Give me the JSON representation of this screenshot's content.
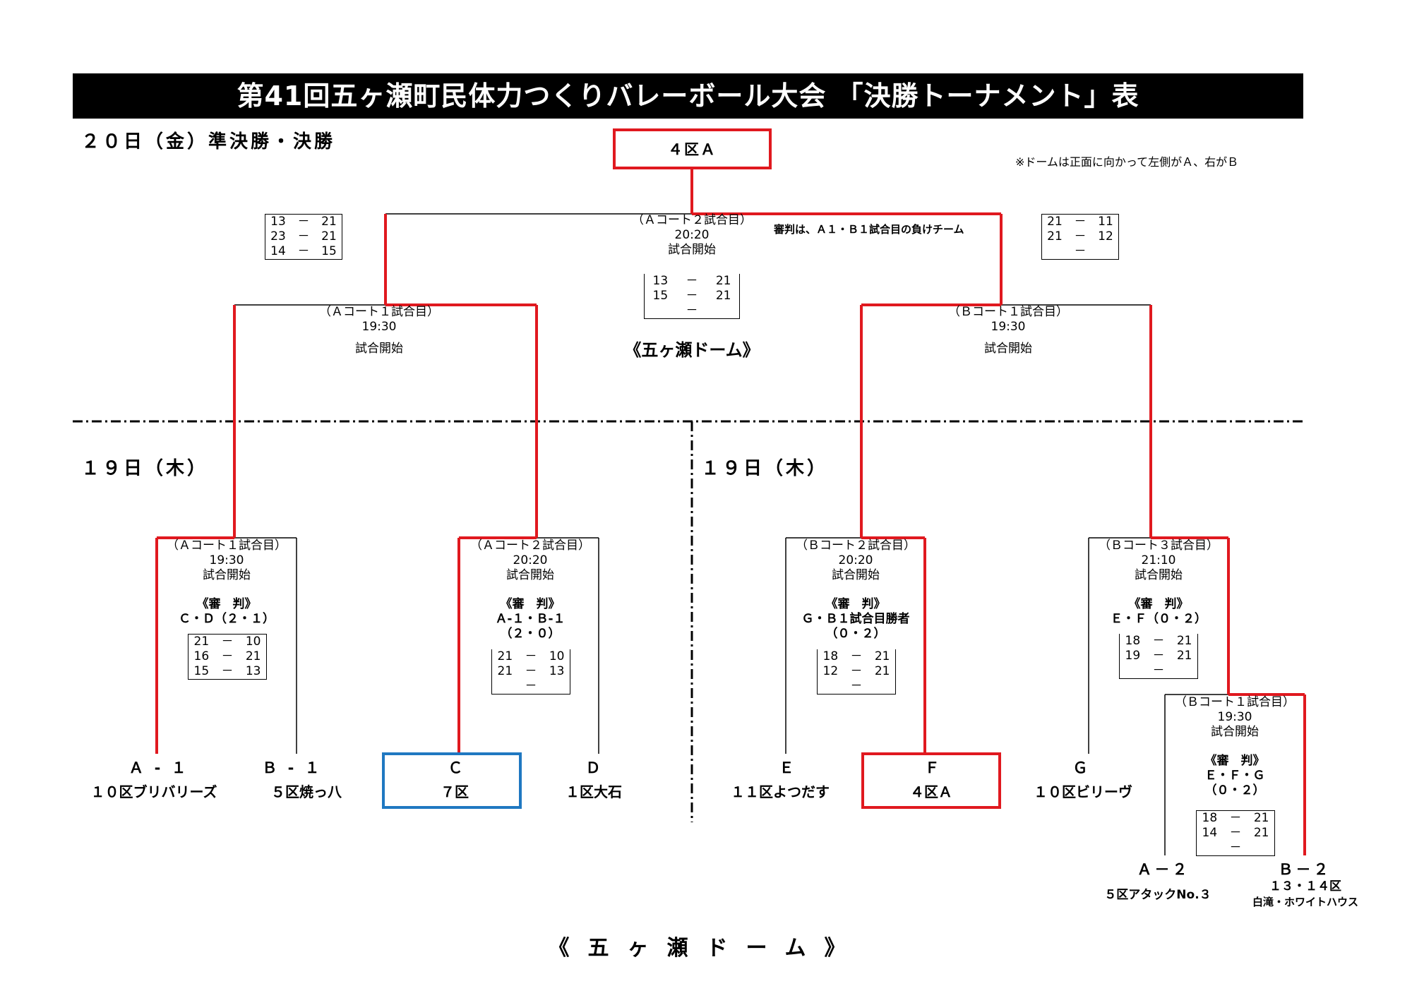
{
  "title": "第41回五ヶ瀬町民体力つくりバレーボール大会 「決勝トーナメント」表",
  "headers": {
    "day20": "２０日（金）準決勝・決勝",
    "day19_left": "１９日（木）",
    "day19_right": "１９日（木）"
  },
  "note": "※ドームは正面に向かって左側がＡ、右がＢ",
  "referee_note": "審判は、Ａ１・Ｂ１試合目の負けチーム",
  "champion": "４区Ａ",
  "venues": {
    "top": "《五ヶ瀬ドーム》",
    "bottom": "《五ヶ瀬ドーム》"
  },
  "semifinal_scores": {
    "left": [
      {
        "a": "13",
        "b": "21"
      },
      {
        "a": "23",
        "b": "21"
      },
      {
        "a": "14",
        "b": "15"
      }
    ],
    "right": [
      {
        "a": "21",
        "b": "11"
      },
      {
        "a": "21",
        "b": "12"
      },
      {
        "a": "",
        "b": ""
      }
    ]
  },
  "final": {
    "court": "（Ａコート２試合目）",
    "time": "20:20",
    "start": "試合開始",
    "scores": [
      {
        "a": "13",
        "b": "21"
      },
      {
        "a": "15",
        "b": "21"
      },
      {
        "a": "",
        "b": ""
      }
    ]
  },
  "semis": [
    {
      "court": "（Ａコート１試合目）",
      "time": "19:30",
      "start": "試合開始"
    },
    {
      "court": "（Ｂコート１試合目）",
      "time": "19:30",
      "start": "試合開始"
    }
  ],
  "first_round": [
    {
      "court": "（Ａコート１試合目）",
      "time": "19:30",
      "start": "試合開始",
      "ref_label": "《審　判》",
      "ref": "Ｃ・Ｄ（２・１）",
      "ref2": "",
      "scores": [
        {
          "a": "21",
          "b": "10"
        },
        {
          "a": "16",
          "b": "21"
        },
        {
          "a": "15",
          "b": "13"
        }
      ]
    },
    {
      "court": "（Ａコート２試合目）",
      "time": "20:20",
      "start": "試合開始",
      "ref_label": "《審　判》",
      "ref": "Ａ-１・Ｂ-１",
      "ref2": "（２・０）",
      "scores": [
        {
          "a": "21",
          "b": "10"
        },
        {
          "a": "21",
          "b": "13"
        },
        {
          "a": "",
          "b": ""
        }
      ]
    },
    {
      "court": "（Ｂコート２試合目）",
      "time": "20:20",
      "start": "試合開始",
      "ref_label": "《審　判》",
      "ref": "Ｇ・Ｂ１試合目勝者",
      "ref2": "（０・２）",
      "scores": [
        {
          "a": "18",
          "b": "21"
        },
        {
          "a": "12",
          "b": "21"
        },
        {
          "a": "",
          "b": ""
        }
      ]
    },
    {
      "court": "（Ｂコート３試合目）",
      "time": "21:10",
      "start": "試合開始",
      "ref_label": "《審　判》",
      "ref": "Ｅ・Ｆ（０・２）",
      "ref2": "",
      "scores": [
        {
          "a": "18",
          "b": "21"
        },
        {
          "a": "19",
          "b": "21"
        },
        {
          "a": "",
          "b": ""
        }
      ]
    },
    {
      "court": "（Ｂコート１試合目）",
      "time": "19:30",
      "start": "試合開始",
      "ref_label": "《審　判》",
      "ref": "Ｅ・Ｆ・Ｇ",
      "ref2": "（０・２）",
      "scores": [
        {
          "a": "18",
          "b": "21"
        },
        {
          "a": "14",
          "b": "21"
        },
        {
          "a": "",
          "b": ""
        }
      ]
    }
  ],
  "teams": [
    {
      "seed": "Ａ - １",
      "name": "１０区ブリバリーズ"
    },
    {
      "seed": "Ｂ - １",
      "name": "５区焼っ八"
    },
    {
      "seed": "Ｃ",
      "name": "７区"
    },
    {
      "seed": "Ｄ",
      "name": "１区大石"
    },
    {
      "seed": "Ｅ",
      "name": "１１区よつだす"
    },
    {
      "seed": "Ｆ",
      "name": "４区Ａ"
    },
    {
      "seed": "Ｇ",
      "name": "１０区ビリーヴ"
    },
    {
      "seed": "Ａ－２",
      "name": "５区アタックNo.３"
    },
    {
      "seed": "Ｂ－２",
      "name": "１３・１４区",
      "name2": "白滝・ホワイトハウス"
    }
  ],
  "colors": {
    "winner_line": "#e0191f",
    "highlight_blue": "#1f78c1",
    "title_bg": "#000000"
  }
}
